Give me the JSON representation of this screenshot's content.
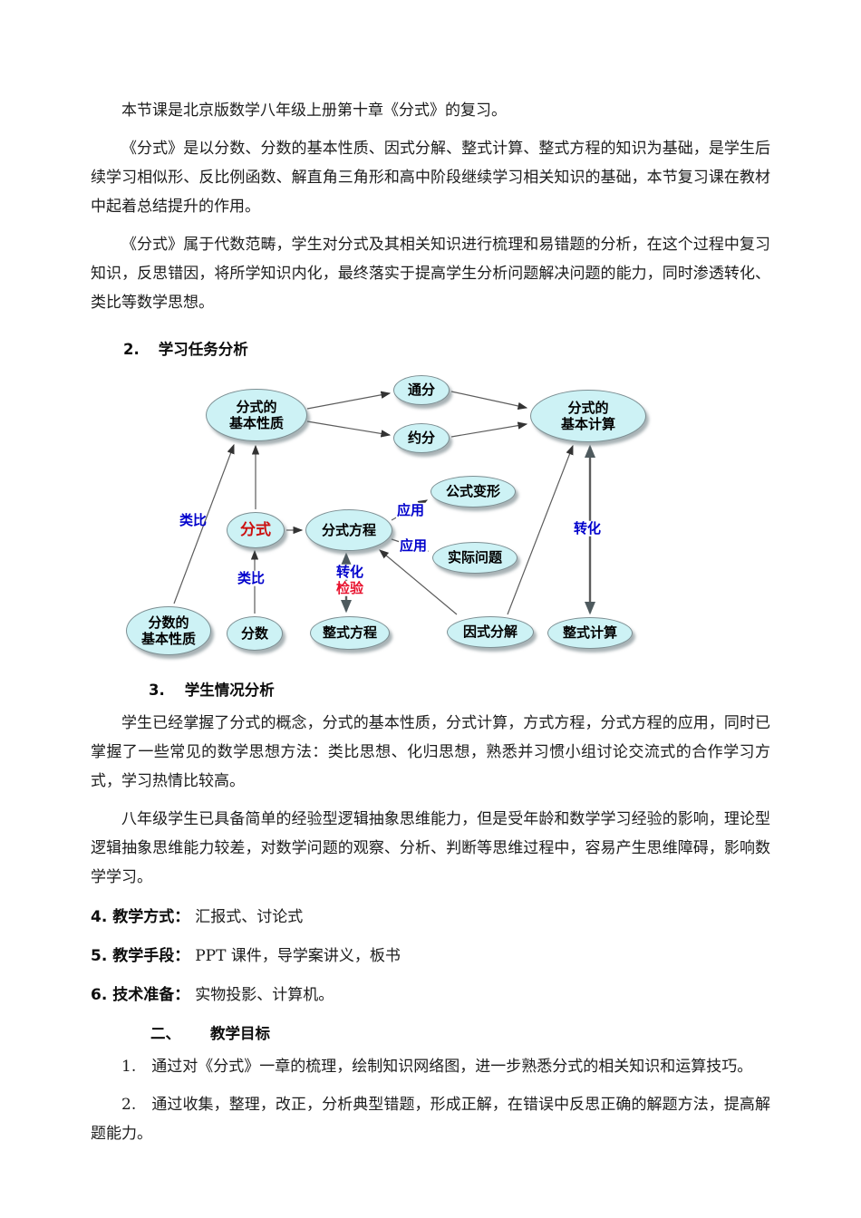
{
  "intro": {
    "p1": "本节课是北京版数学八年级上册第十章《分式》的复习。",
    "p2": "《分式》是以分数、分数的基本性质、因式分解、整式计算、整式方程的知识为基础，是学生后续学习相似形、反比例函数、解直角三角形和高中阶段继续学习相关知识的基础，本节复习课在教材中起着总结提升的作用。",
    "p3": "《分式》属于代数范畴，学生对分式及其相关知识进行梳理和易错题的分析，在这个过程中复习知识，反思错因，将所学知识内化，最终落实于提高学生分析问题解决问题的能力，同时渗透转化、类比等数学思想。"
  },
  "section2": {
    "num": "2.",
    "title": "学习任务分析"
  },
  "diagram": {
    "colors": {
      "node_fill": "#cdf2f5",
      "node_border": "#7d8f93",
      "blue": "#0000cc",
      "red_label": "#e8112d",
      "fenshi_red": "#cc1111",
      "arrow": "#5c5c5c"
    },
    "nodes": {
      "fenshi_jbxz": "分式的\n基本性质",
      "tongfen": "通分",
      "yuefen": "约分",
      "fenshi_jbjs": "分式的\n基本计算",
      "gongshi_bianxing": "公式变形",
      "fenshi_fangcheng": "分式方程",
      "shiji_wenti": "实际问题",
      "fenshi": "分式",
      "fenshu_jbxz": "分数的\n基本性质",
      "fenshu": "分数",
      "zhengshi_fangcheng": "整式方程",
      "yinshi_fenjie": "因式分解",
      "zhengshi_jisuan": "整式计算"
    },
    "edge_labels": {
      "leibi1": "类比",
      "leibi2": "类比",
      "zhuanhua_mid": "转化",
      "jianyan": "检验",
      "yingyong1": "应用",
      "yingyong2": "应用",
      "zhuanhua_right": "转化"
    }
  },
  "section3": {
    "num": "3.",
    "title": "学生情况分析",
    "p1": "学生已经掌握了分式的概念，分式的基本性质，分式计算，方式方程，分式方程的应用，同时已掌握了一些常见的数学思想方法：类比思想、化归思想，熟悉并习惯小组讨论交流式的合作学习方式，学习热情比较高。",
    "p2": "八年级学生已具备简单的经验型逻辑抽象思维能力，但是受年龄和数学学习经验的影响，理论型逻辑抽象思维能力较差，对数学问题的观察、分析、判断等思维过程中，容易产生思维障碍，影响数学学习。"
  },
  "items": {
    "i4": {
      "label": "4. 教学方式：",
      "text": "汇报式、讨论式"
    },
    "i5": {
      "label": "5. 教学手段：",
      "text": "PPT 课件，导学案讲义，板书"
    },
    "i6": {
      "label": "6. 技术准备：",
      "text": "实物投影、计算机。"
    }
  },
  "section_er": {
    "num": "二、",
    "title": "教学目标",
    "goal1": "1.　通过对《分式》一章的梳理，绘制知识网络图，进一步熟悉分式的相关知识和运算技巧。",
    "goal2": "2.　通过收集，整理，改正，分析典型错题，形成正解，在错误中反思正确的解题方法，提高解题能力。"
  }
}
